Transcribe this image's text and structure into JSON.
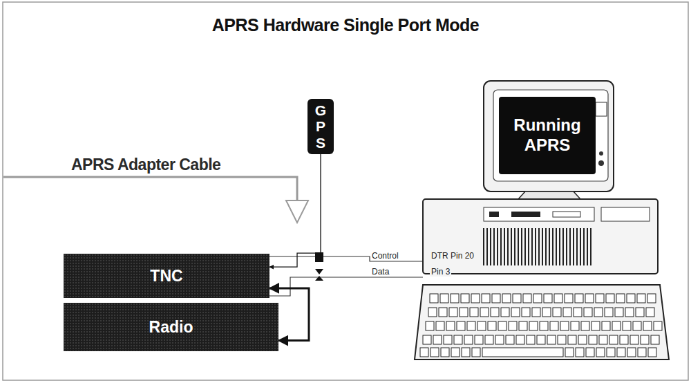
{
  "diagram": {
    "title": "APRS Hardware Single Port Mode",
    "nodes": [
      {
        "text": [
          "GPS"
        ]
      },
      {
        "text": [
          "TNC"
        ]
      },
      {
        "text": [
          "Radio"
        ]
      },
      {
        "text": [
          "Running APRS"
        ]
      }
    ],
    "edges": [
      {
        "from": 1,
        "to": 2,
        "arrow": "both"
      },
      {
        "from": 0,
        "to": 1,
        "arrow": "to"
      }
    ],
    "labels": [
      "APRS Adapter Cable",
      "Control",
      "DTR Pin 20",
      "Data",
      "Pin 3"
    ]
  }
}
